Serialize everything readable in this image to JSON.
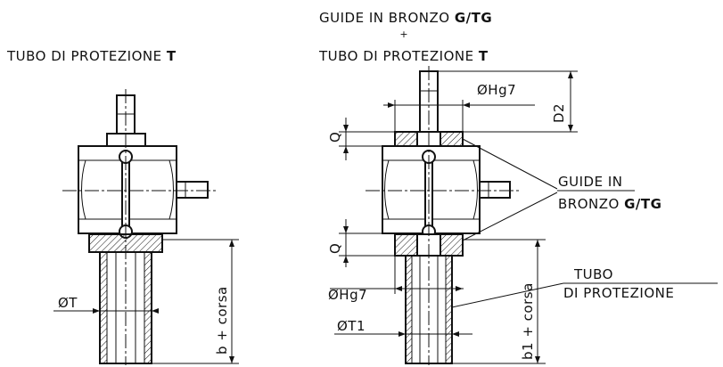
{
  "left_title": {
    "text": "TUBO DI PROTEZIONE ",
    "code": "T"
  },
  "right_title": {
    "line1": "GUIDE IN BRONZO ",
    "line1_code": "G/TG",
    "plus": "+",
    "line2": "TUBO DI PROTEZIONE ",
    "line2_code": "T"
  },
  "left_dims": {
    "diameter_T": "ØT",
    "length": "b + corsa"
  },
  "right_dims": {
    "diameter_H_top": "ØHg7",
    "D2": "D2",
    "Q_top": "Q",
    "Q_bottom": "Q",
    "diameter_H_bottom": "ØHg7",
    "diameter_T1": "ØT1",
    "length": "b1 + corsa"
  },
  "callouts": {
    "guide_line1": "GUIDE IN",
    "guide_line2": "BRONZO ",
    "guide_code": "G/TG",
    "tube_line1": "TUBO",
    "tube_line2": "DI PROTEZIONE"
  }
}
